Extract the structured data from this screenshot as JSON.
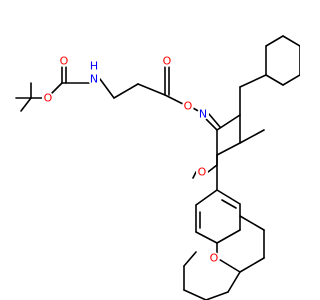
{
  "molecule": {
    "atom_labels": {
      "carbamate_o_ether": "O",
      "carbamate_o_carbonyl": "O",
      "carbamate_nh": "H",
      "carbamate_n": "N",
      "ester_o_carbonyl": "O",
      "oxime_o": "O",
      "oxime_n": "N",
      "pyranone_o": "O",
      "chroman_o": "O"
    },
    "colors": {
      "bond": "#000000",
      "oxygen": "#ff0000",
      "nitrogen": "#0000ff",
      "background": "#ffffff"
    }
  }
}
